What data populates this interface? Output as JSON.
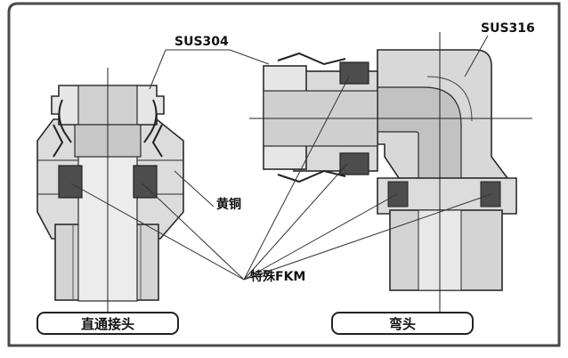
{
  "labels": {
    "sus304": "SUS304",
    "sus316": "SUS316",
    "brass": "黄铜",
    "fkm": "特殊FKM"
  },
  "captions": {
    "straight": "直通接头",
    "elbow": "弯头"
  },
  "colors": {
    "frame": "#4a4a4a",
    "body_fill": "#dcdcdc",
    "body_stroke": "#2a2a2a",
    "insert_fill": "#bdbdbd",
    "oring_fill": "#4d4d4d",
    "stainless_fill": "#e6e6e6"
  },
  "icons": [
    "straight-connector-drawing",
    "elbow-connector-drawing"
  ]
}
